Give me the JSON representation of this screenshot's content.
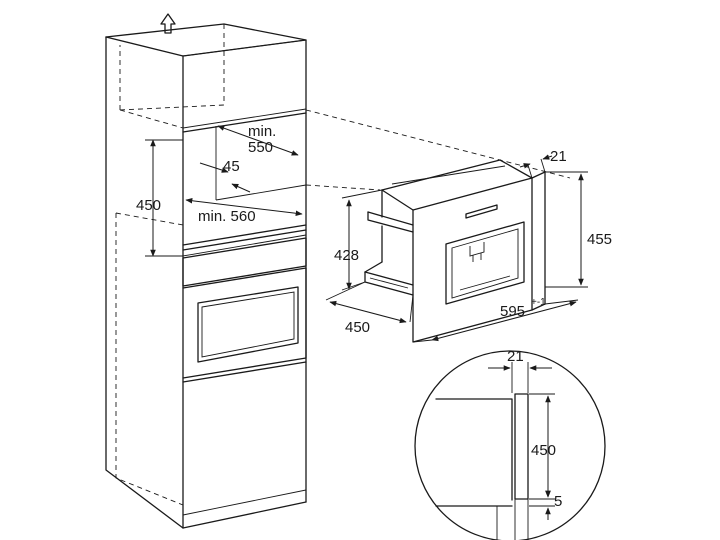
{
  "cabinet_dims": {
    "min_depth_value": "min.",
    "min_depth_num": "550",
    "height_450": "450",
    "depth_45": "45",
    "min_width": "min. 560"
  },
  "appliance_dims": {
    "panel_21": "21",
    "height_455": "455",
    "height_428": "428",
    "depth_450": "450",
    "width_595": "595",
    "width_tol": "+-1"
  },
  "detail_dims": {
    "d21": "21",
    "d450": "450",
    "d5": "5"
  },
  "icons": [
    "up-arrow-icon"
  ]
}
